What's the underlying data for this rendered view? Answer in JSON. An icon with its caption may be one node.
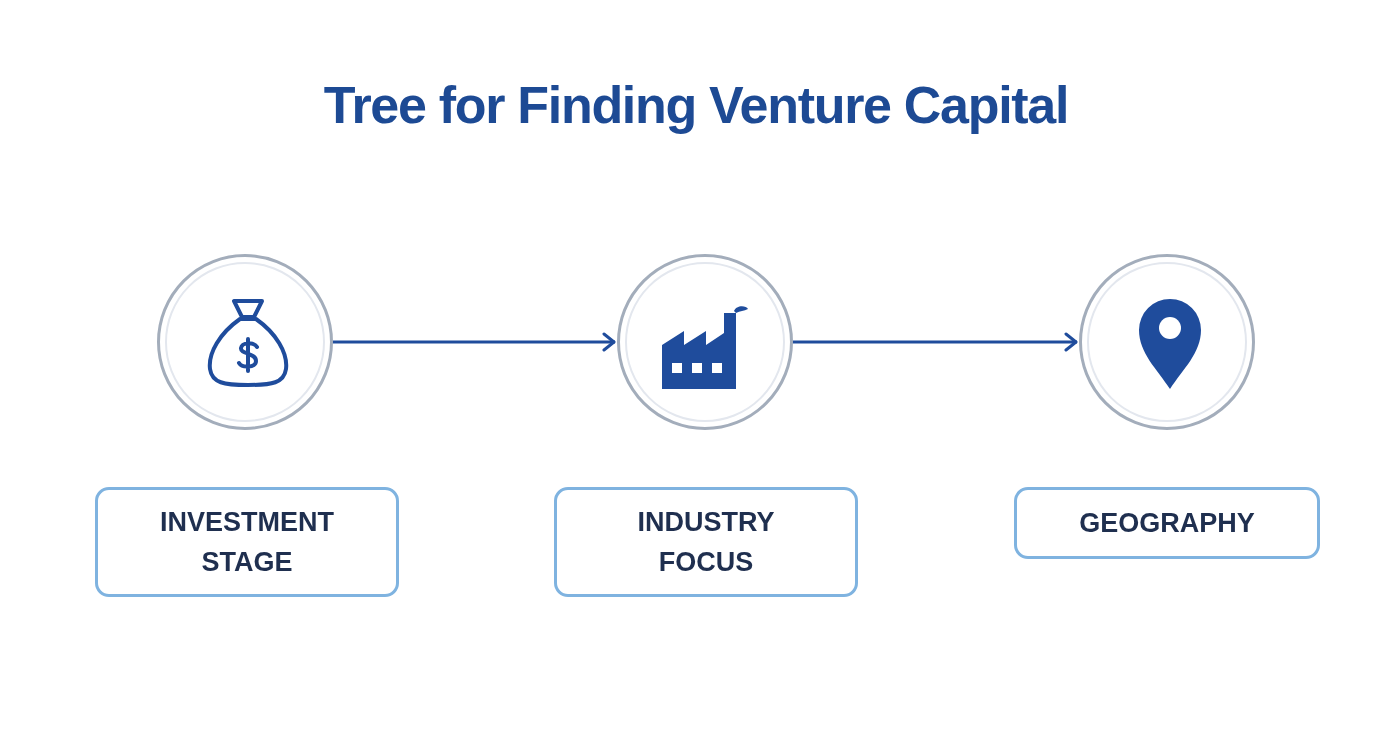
{
  "diagram": {
    "title": "Tree for Finding Venture Capital",
    "nodes": [
      {
        "text": [],
        "shape": "circle"
      },
      {
        "text": [],
        "shape": "circle"
      },
      {
        "text": [],
        "shape": "circle"
      },
      {
        "text": [
          "INVESTMENT STAGE"
        ]
      },
      {
        "text": [
          "INDUSTRY FOCUS"
        ]
      },
      {
        "text": [
          "GEOGRAPHY"
        ]
      }
    ],
    "edges": [
      {
        "from": 0,
        "to": 1,
        "arrow": "to"
      },
      {
        "from": 1,
        "to": 2,
        "arrow": "to"
      }
    ]
  }
}
